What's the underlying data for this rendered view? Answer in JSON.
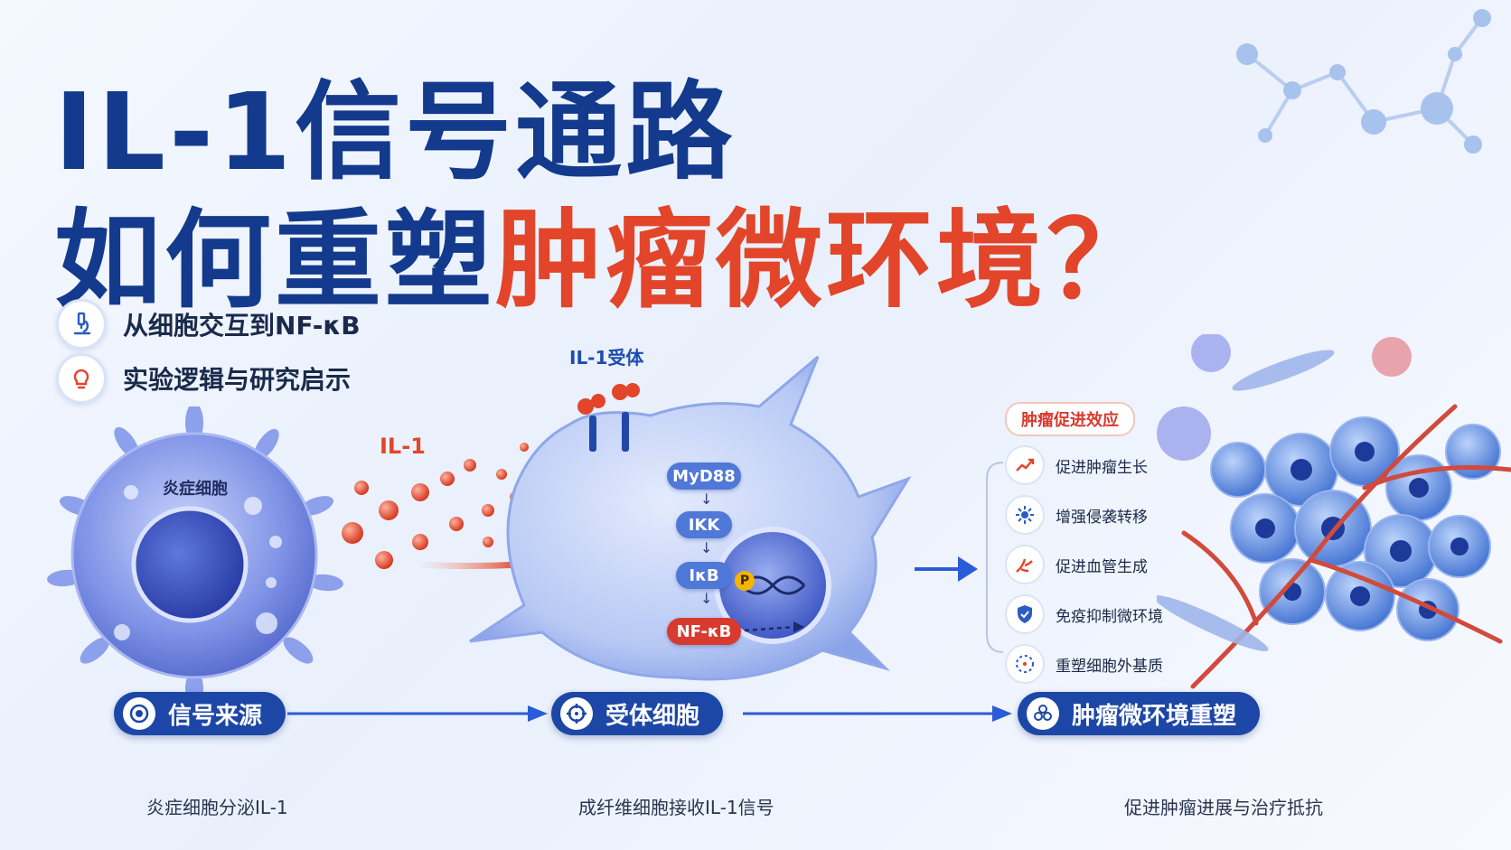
{
  "title": {
    "line1": "IL-1信号通路",
    "line2_part1": "如何重塑",
    "line2_accent": "肿瘤微环境？"
  },
  "bullets": [
    {
      "icon": "microscope-icon",
      "text": "从细胞交互到NF-κB"
    },
    {
      "icon": "lightbulb-icon",
      "text": "实验逻辑与研究启示"
    }
  ],
  "diagram": {
    "inflammatory_cell_label": "炎症细胞",
    "ligand_label": "IL-1",
    "receptor_label": "IL-1受体",
    "pathway_nodes": [
      "MyD88",
      "IKK",
      "IκB",
      "NF-κB"
    ],
    "phospho_label": "P",
    "effects_title": "肿瘤促进效应",
    "effects": [
      {
        "icon": "growth-chart-icon",
        "text": "促进肿瘤生长"
      },
      {
        "icon": "metastasis-icon",
        "text": "增强侵袭转移"
      },
      {
        "icon": "vessel-icon",
        "text": "促进血管生成"
      },
      {
        "icon": "shield-icon",
        "text": "免疫抑制微环境"
      },
      {
        "icon": "matrix-icon",
        "text": "重塑细胞外基质"
      }
    ]
  },
  "flow": [
    {
      "icon": "source-icon",
      "label": "信号来源",
      "desc": "炎症细胞分泌IL-1"
    },
    {
      "icon": "target-icon",
      "label": "受体细胞",
      "desc": "成纤维细胞接收IL-1信号"
    },
    {
      "icon": "network-icon",
      "label": "肿瘤微环境重塑",
      "desc": "促进肿瘤进展与治疗抵抗"
    }
  ],
  "colors": {
    "primary": "#1d47a6",
    "accent": "#e2452a",
    "node_blue": "#4f78d8"
  }
}
